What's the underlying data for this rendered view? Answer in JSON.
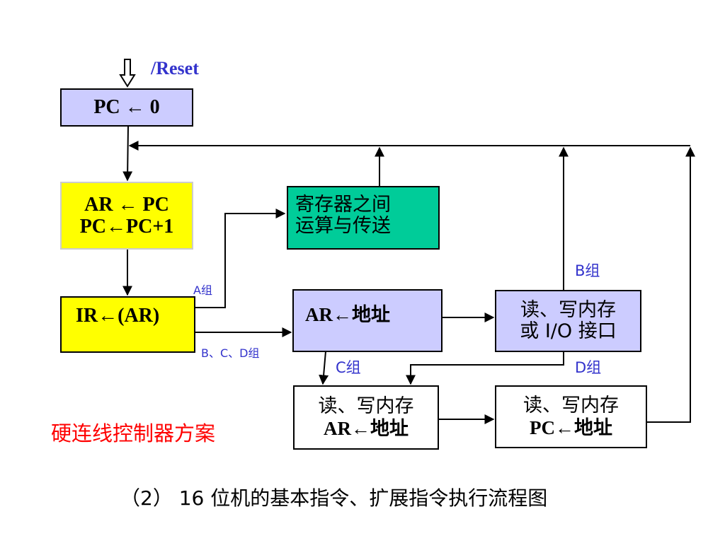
{
  "colors": {
    "lavender": "#ccccff",
    "yellow": "#ffff00",
    "green": "#00cc99",
    "white": "#ffffff",
    "label_blue": "#3333cc",
    "title_red": "#ff0000",
    "line": "#000000"
  },
  "reset_label": "/Reset",
  "boxes": {
    "pc_reset": {
      "text": "PC ← 0"
    },
    "fetch": {
      "line1": "AR ← PC",
      "line2": "PC←PC+1"
    },
    "ir_load": {
      "text": "IR←(AR)"
    },
    "reg_op": {
      "line1": "寄存器之间",
      "line2": "运算与传送"
    },
    "ar_addr": {
      "text": "AR←地址"
    },
    "mem_io": {
      "line1": "读、写内存",
      "line2": "或 I/O 接口"
    },
    "mem_ar": {
      "line1": "读、写内存",
      "line2": "AR←地址"
    },
    "mem_pc": {
      "line1": "读、写内存",
      "line2": "PC←地址"
    }
  },
  "group_labels": {
    "a": "A组",
    "bcd": "B、C、D组",
    "b": "B组",
    "c": "C组",
    "d": "D组"
  },
  "scheme_title": "硬连线控制器方案",
  "caption": "（2）  16 位机的基本指令、扩展指令执行流程图"
}
